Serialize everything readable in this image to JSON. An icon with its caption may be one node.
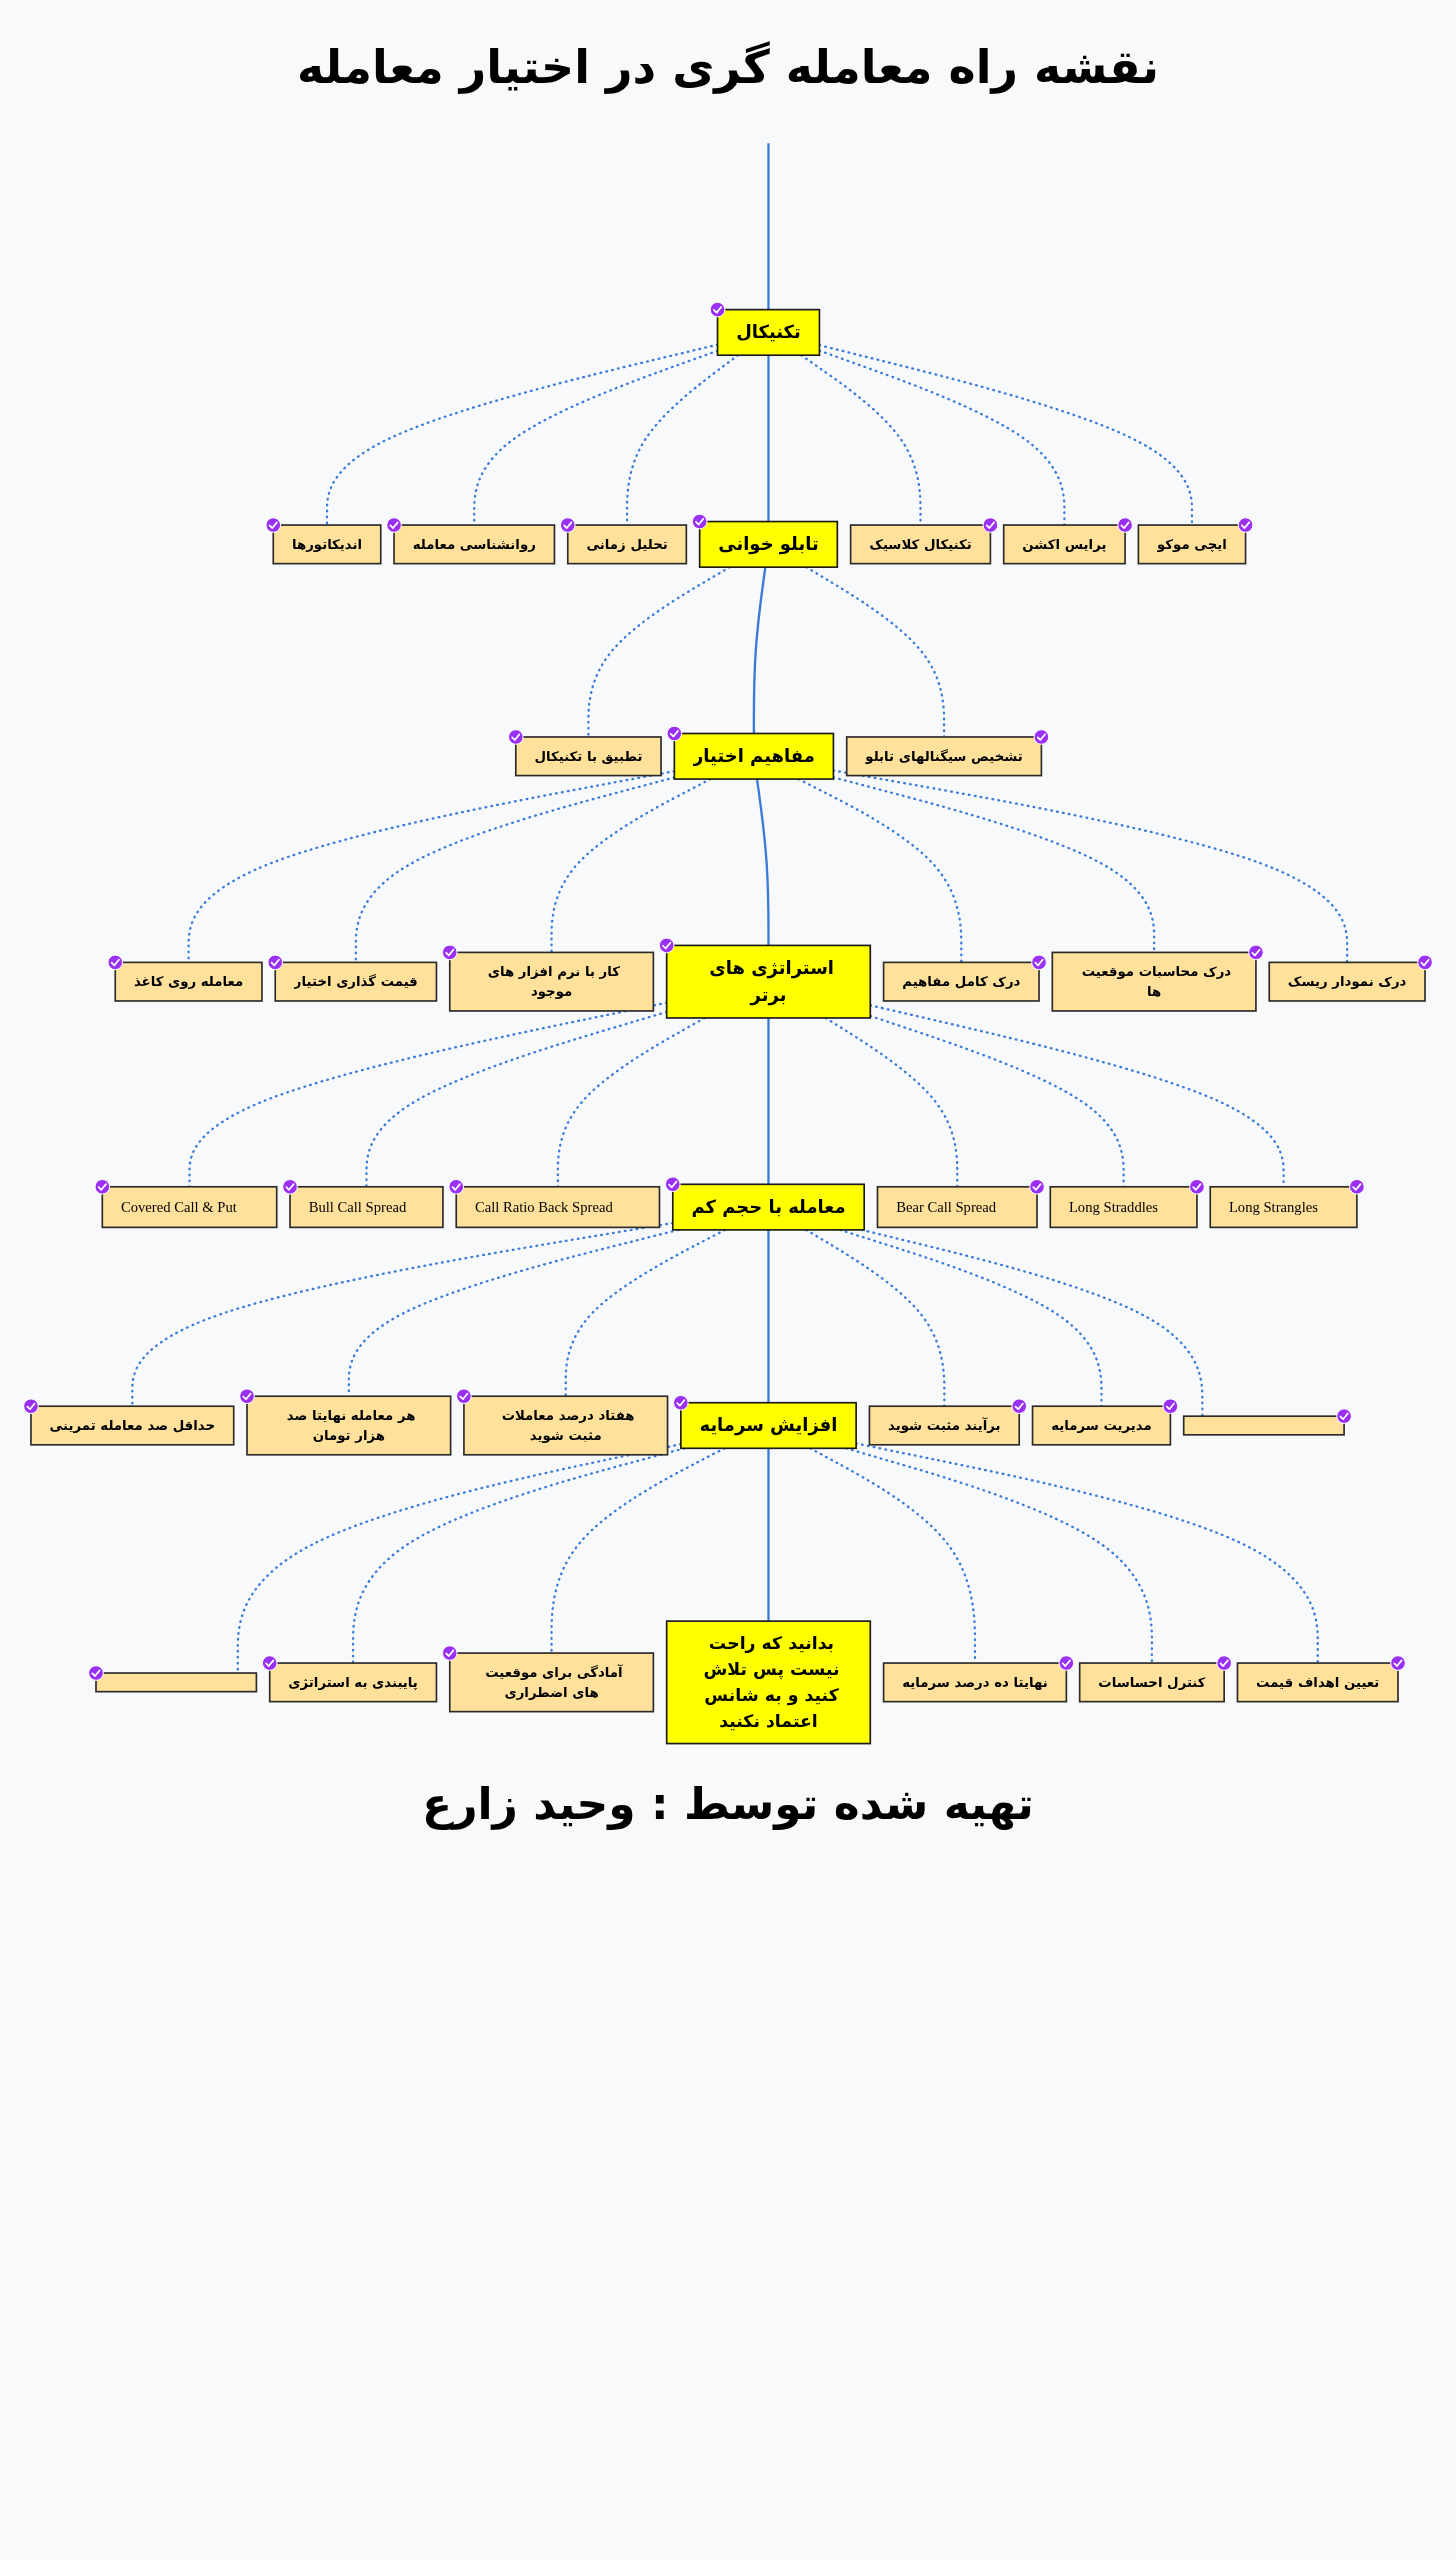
{
  "diagram": {
    "title": "نقشه راه معامله گری در اختیار معامله",
    "caption": "تهیه شده توسط : وحید زارع",
    "nodes": [
      {
        "text": [
          "تکنیکال"
        ]
      },
      {
        "text": [
          "تکنیکال کلاسیک"
        ]
      },
      {
        "text": [
          "پرایس اکشن"
        ]
      },
      {
        "text": [
          "ایچی موکو"
        ]
      },
      {
        "text": [
          "اندیکاتورها"
        ]
      },
      {
        "text": [
          "روانشناسی معامله"
        ]
      },
      {
        "text": [
          "تحلیل زمانی"
        ]
      },
      {
        "text": [
          "تابلو خوانی"
        ]
      },
      {
        "text": [
          "تشخیص سیگنالهای تابلو"
        ]
      },
      {
        "text": [
          "تطبیق با تکنیکال"
        ]
      },
      {
        "text": [
          "مفاهیم اختیار"
        ]
      },
      {
        "text": [
          "درک کامل مفاهیم"
        ]
      },
      {
        "text": [
          "درک محاسبات موقعیت ها"
        ]
      },
      {
        "text": [
          "درک نمودار ریسک"
        ]
      },
      {
        "text": [
          "معامله روی کاغذ"
        ]
      },
      {
        "text": [
          "قیمت گذاری اختیار"
        ]
      },
      {
        "text": [
          "کار با نرم افزار های موجود"
        ]
      },
      {
        "text": [
          "استراتژی های برتر"
        ]
      },
      {
        "text": [
          "Bear Call Spread"
        ]
      },
      {
        "text": [
          "Long Straddles"
        ]
      },
      {
        "text": [
          "Long Strangles"
        ]
      },
      {
        "text": [
          "Covered Call & Put"
        ]
      },
      {
        "text": [
          "Bull Call Spread"
        ]
      },
      {
        "text": [
          "Call Ratio Back Spread"
        ]
      },
      {
        "text": [
          "معامله با حجم کم"
        ]
      },
      {
        "text": [
          "برآیند مثبت شوید"
        ]
      },
      {
        "text": [
          "مدیریت سرمایه"
        ]
      },
      {
        "text": [],
        "shape": "box"
      },
      {
        "text": [
          "حداقل صد معامله تمرینی"
        ]
      },
      {
        "text": [
          "هر معامله نهایتا صد هزار تومان"
        ]
      },
      {
        "text": [
          "هفتاد درصد معاملات مثبت شوید"
        ]
      },
      {
        "text": [
          "افزایش سرمایه"
        ]
      },
      {
        "text": [
          "نهایتا ده درصد سرمایه"
        ]
      },
      {
        "text": [
          "کنترل احساسات"
        ]
      },
      {
        "text": [
          "تعیین اهداف قیمت"
        ]
      },
      {
        "text": [
          "پایبندی به استراتژی"
        ]
      },
      {
        "text": [
          "آمادگی برای موقعیت های اضطراری"
        ]
      },
      {
        "text": [],
        "shape": "box"
      },
      {
        "text": [
          "بدانید که راحت نیست پس تلاش کنید و به شانس اعتماد نکنید"
        ]
      }
    ],
    "edges": [
      {
        "from": null,
        "to": 0,
        "arrow": "none"
      },
      {
        "from": 0,
        "to": 4,
        "arrow": "none",
        "style": "dashed"
      },
      {
        "from": 0,
        "to": 5,
        "arrow": "none",
        "style": "dashed"
      },
      {
        "from": 0,
        "to": 6,
        "arrow": "none",
        "style": "dashed"
      },
      {
        "from": 0,
        "to": 7,
        "arrow": "none"
      },
      {
        "from": 0,
        "to": 1,
        "arrow": "none",
        "style": "dashed"
      },
      {
        "from": 0,
        "to": 2,
        "arrow": "none",
        "style": "dashed"
      },
      {
        "from": 0,
        "to": 3,
        "arrow": "none",
        "style": "dashed"
      },
      {
        "from": 7,
        "to": 9,
        "arrow": "none",
        "style": "dashed"
      },
      {
        "from": 7,
        "to": 10,
        "arrow": "none"
      },
      {
        "from": 7,
        "to": 8,
        "arrow": "none",
        "style": "dashed"
      },
      {
        "from": 10,
        "to": 14,
        "arrow": "none",
        "style": "dashed"
      },
      {
        "from": 10,
        "to": 15,
        "arrow": "none",
        "style": "dashed"
      },
      {
        "from": 10,
        "to": 16,
        "arrow": "none",
        "style": "dashed"
      },
      {
        "from": 10,
        "to": 17,
        "arrow": "none"
      },
      {
        "from": 10,
        "to": 11,
        "arrow": "none",
        "style": "dashed"
      },
      {
        "from": 10,
        "to": 12,
        "arrow": "none",
        "style": "dashed"
      },
      {
        "from": 10,
        "to": 13,
        "arrow": "none",
        "style": "dashed"
      },
      {
        "from": 17,
        "to": 21,
        "arrow": "none",
        "style": "dashed"
      },
      {
        "from": 17,
        "to": 22,
        "arrow": "none",
        "style": "dashed"
      },
      {
        "from": 17,
        "to": 23,
        "arrow": "none",
        "style": "dashed"
      },
      {
        "from": 17,
        "to": 24,
        "arrow": "none"
      },
      {
        "from": 17,
        "to": 18,
        "arrow": "none",
        "style": "dashed"
      },
      {
        "from": 17,
        "to": 19,
        "arrow": "none",
        "style": "dashed"
      },
      {
        "from": 17,
        "to": 20,
        "arrow": "none",
        "style": "dashed"
      },
      {
        "from": 24,
        "to": 28,
        "arrow": "none",
        "style": "dashed"
      },
      {
        "from": 24,
        "to": 29,
        "arrow": "none",
        "style": "dashed"
      },
      {
        "from": 24,
        "to": 30,
        "arrow": "none",
        "style": "dashed"
      },
      {
        "from": 24,
        "to": 31,
        "arrow": "none"
      },
      {
        "from": 24,
        "to": 25,
        "arrow": "none",
        "style": "dashed"
      },
      {
        "from": 24,
        "to": 26,
        "arrow": "none",
        "style": "dashed"
      },
      {
        "from": 24,
        "to": 27,
        "arrow": "none",
        "style": "dashed"
      },
      {
        "from": 31,
        "to": 37,
        "arrow": "none",
        "style": "dashed"
      },
      {
        "from": 31,
        "to": 35,
        "arrow": "none",
        "style": "dashed"
      },
      {
        "from": 31,
        "to": 36,
        "arrow": "none",
        "style": "dashed"
      },
      {
        "from": 31,
        "to": 38,
        "arrow": "none"
      },
      {
        "from": 31,
        "to": 32,
        "arrow": "none",
        "style": "dashed"
      },
      {
        "from": 31,
        "to": 33,
        "arrow": "none",
        "style": "dashed"
      },
      {
        "from": 31,
        "to": 34,
        "arrow": "none",
        "style": "dashed"
      }
    ]
  }
}
